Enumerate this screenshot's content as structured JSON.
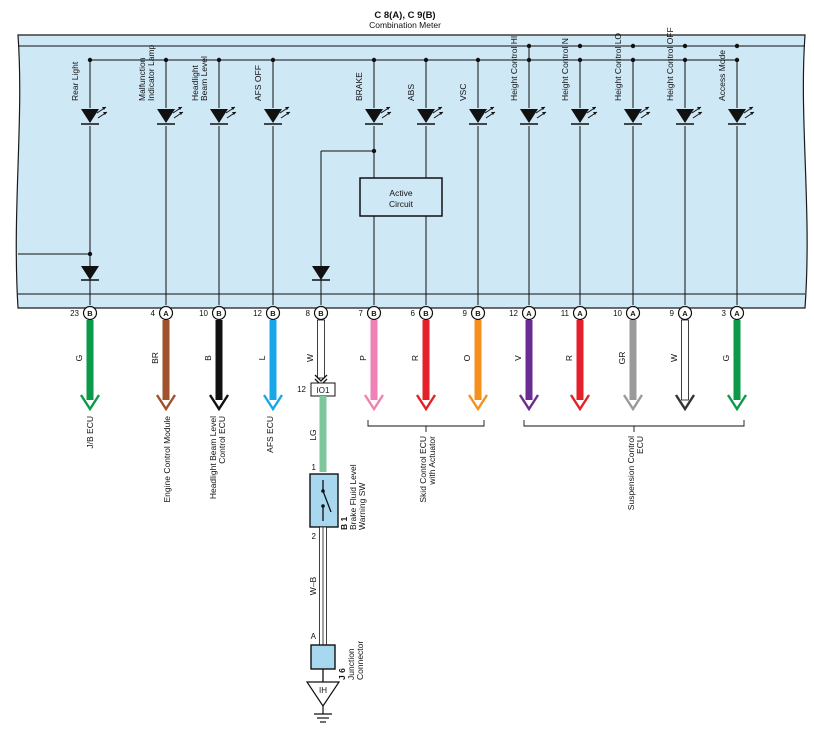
{
  "header": {
    "connectors": "C 8(A), C 9(B)",
    "component": "Combination Meter"
  },
  "meter": {
    "fill": "#cfe8f6",
    "active_circuit": [
      "Active",
      "Circuit"
    ]
  },
  "lamps": [
    [
      "Rear Light"
    ],
    [
      "Malfunction",
      "Indicator Lamp"
    ],
    [
      "Headlight",
      "Beam Level"
    ],
    [
      "AFS OFF"
    ],
    [
      "BRAKE"
    ],
    [
      "ABS"
    ],
    [
      "VSC"
    ],
    [
      "Height Control HI"
    ],
    [
      "Height Control N"
    ],
    [
      "Height Control LO"
    ],
    [
      "Height Control OFF"
    ],
    [
      "Access Mode"
    ]
  ],
  "pins": [
    {
      "num": "23",
      "conn": "B",
      "wire": "G",
      "color": "#0a9a4a"
    },
    {
      "num": "4",
      "conn": "A",
      "wire": "BR",
      "color": "#a0522d"
    },
    {
      "num": "10",
      "conn": "B",
      "wire": "B",
      "color": "#111111"
    },
    {
      "num": "12",
      "conn": "B",
      "wire": "L",
      "color": "#1aa7e8"
    },
    {
      "num": "8",
      "conn": "B",
      "wire": "W",
      "color": "#ffffff"
    },
    {
      "num": "7",
      "conn": "B",
      "wire": "P",
      "color": "#ef82b4"
    },
    {
      "num": "6",
      "conn": "B",
      "wire": "R",
      "color": "#e4202a"
    },
    {
      "num": "9",
      "conn": "B",
      "wire": "O",
      "color": "#f5901e"
    },
    {
      "num": "12",
      "conn": "A",
      "wire": "V",
      "color": "#6a2c91"
    },
    {
      "num": "11",
      "conn": "A",
      "wire": "R",
      "color": "#e4202a"
    },
    {
      "num": "10",
      "conn": "A",
      "wire": "GR",
      "color": "#9a9a9a"
    },
    {
      "num": "9",
      "conn": "A",
      "wire": "W",
      "color": "#ffffff"
    },
    {
      "num": "3",
      "conn": "A",
      "wire": "G",
      "color": "#0a9a4a"
    }
  ],
  "destinations": {
    "jb": [
      "J/B ECU"
    ],
    "ecm": [
      "Engine Control Module"
    ],
    "headlight": [
      "Headlight Beam Level",
      "Control ECU"
    ],
    "afs": [
      "AFS ECU"
    ],
    "skid": [
      "Skid Control ECU",
      "with Actuator"
    ],
    "suspension": [
      "Suspension Control",
      "ECU"
    ]
  },
  "brake_circuit": {
    "splice_pin": "12",
    "splice_id": "IO1",
    "wire_lg": "LG",
    "wire_lg_color": "#7dc79a",
    "sw_pin1": "1",
    "sw_pin2": "2",
    "sw_id": "B 1",
    "sw_name": [
      "Brake Fluid Level",
      "Warning SW"
    ],
    "wire_wb": "W–B",
    "jc_pin": "A",
    "jc_id": "J 6",
    "jc_name": [
      "Junction",
      "Connector"
    ],
    "jc_fill": "#a8d8f0",
    "ground": "IH"
  }
}
